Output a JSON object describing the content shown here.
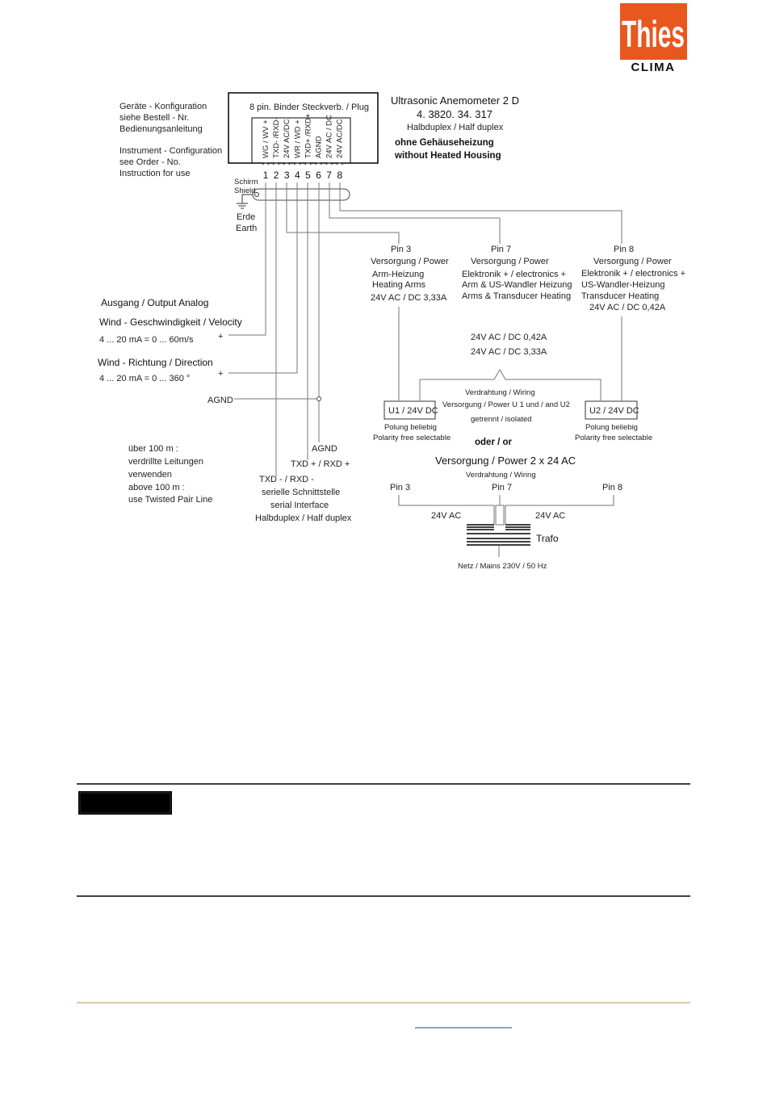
{
  "logo": {
    "brand": "Thies",
    "sub": "CLIMA",
    "color": "#e8571e"
  },
  "device": {
    "title": "Ultrasonic  Anemometer  2 D",
    "order_no": "4. 3820. 34. 317",
    "mode": "Halbduplex / Half duplex",
    "heating_de": "ohne Gehäuseheizung",
    "heating_en": "without Heated Housing"
  },
  "config_note": [
    "Geräte - Konfiguration",
    "siehe Bestell - Nr.",
    "Bedienungsanleitung",
    "Instrument - Configuration",
    "see Order - No.",
    "Instruction for use"
  ],
  "plug": {
    "title": "8  pin.  Binder  Steckverb. / Plug",
    "pins": [
      {
        "num": "1",
        "label": "WG / WV +"
      },
      {
        "num": "2",
        "label": "TXD- /RXD-"
      },
      {
        "num": "3",
        "label": "24V AC/DC"
      },
      {
        "num": "4",
        "label": "WR / WD +"
      },
      {
        "num": "5",
        "label": "TXD+ /RXD+"
      },
      {
        "num": "6",
        "label": "AGND"
      },
      {
        "num": "7",
        "label": "24V AC / DC"
      },
      {
        "num": "8",
        "label": "24V AC/DC"
      }
    ]
  },
  "shield": {
    "de": "Schirm",
    "en": "Shield"
  },
  "earth": {
    "de": "Erde",
    "en": "Earth"
  },
  "supply_pins": [
    {
      "pin": "Pin 3",
      "lines": [
        "Versorgung / Power",
        "Arm-Heizung",
        "Heating Arms",
        "24V AC / DC 3,33A"
      ]
    },
    {
      "pin": "Pin 7",
      "lines": [
        "Versorgung / Power",
        "Elektronik + / electronics +",
        "Arm & US-Wandler Heizung",
        "Arms & Transducer Heating"
      ]
    },
    {
      "pin": "Pin 8",
      "lines": [
        "Versorgung / Power",
        "Elektronik + / electronics +",
        "US-Wandler-Heizung",
        "Transducer Heating",
        "24V AC / DC 0,42A"
      ]
    }
  ],
  "analog": {
    "title": "Ausgang / Output  Analog",
    "velocity_label": "Wind - Geschwindigkeit / Velocity",
    "velocity_range": "4 ... 20 mA = 0 ... 60m/s",
    "direction_label": "Wind - Richtung / Direction",
    "direction_range": "4 ... 20 mA = 0 ... 360 °",
    "plus": "+",
    "agnd": "AGND"
  },
  "currents": {
    "a": "24V AC / DC 0,42A",
    "b": "24V AC / DC 3,33A"
  },
  "wiring": {
    "line1": "Verdrahtung / Wiring",
    "line2": "Versorgung  / Power U 1 und / and U2",
    "line3": "getrennt / isolated"
  },
  "u1": {
    "label": "U1 / 24V DC",
    "pol_de": "Polung beliebig",
    "pol_en": "Polarity free selectable"
  },
  "u2": {
    "label": "U2 / 24V DC",
    "pol_de": "Polung beliebig",
    "pol_en": "Polarity free selectable"
  },
  "oder": "oder  /  or",
  "power2": {
    "title": "Versorgung / Power 2 x 24 AC",
    "wiring": "Verdrahtung / Wiring",
    "pin3": "Pin 3",
    "pin7": "Pin 7",
    "pin8": "Pin 8",
    "ac_left": "24V AC",
    "ac_right": "24V AC",
    "trafo": "Trafo",
    "mains": "Netz / Mains 230V / 50 Hz"
  },
  "serial": {
    "agnd": "AGND",
    "txd_plus": "TXD + / RXD +",
    "txd_minus": "TXD - / RXD -",
    "line1": "serielle Schnittstelle",
    "line2": "serial Interface",
    "line3": "Halbduplex / Half duplex"
  },
  "twisted": [
    "über 100 m  :",
    "verdrillte Leitungen",
    "verwenden",
    "above 100 m  :",
    "use Twisted Pair Line"
  ],
  "footer": {
    "accent": "#c8a27a"
  }
}
